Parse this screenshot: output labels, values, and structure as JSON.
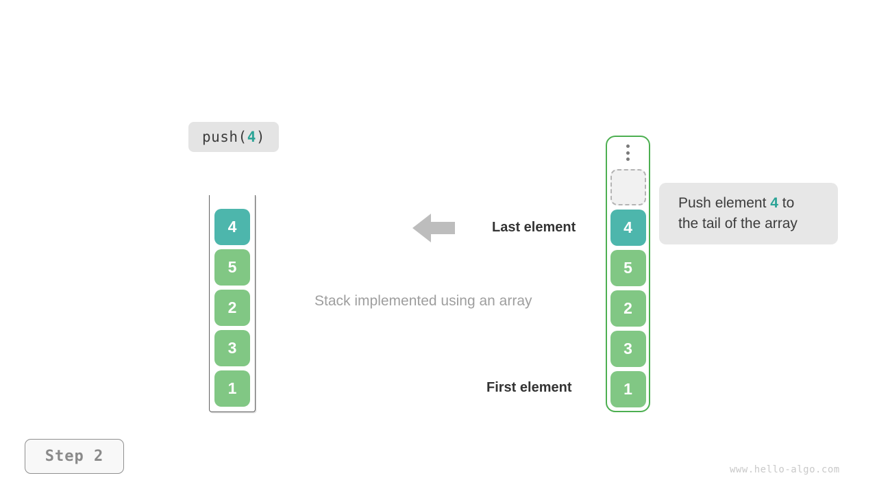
{
  "push_operation": {
    "prefix": "push(",
    "argument": "4",
    "suffix": ")"
  },
  "left_stack": {
    "cells": [
      "4",
      "5",
      "2",
      "3",
      "1"
    ]
  },
  "right_stack": {
    "cells": [
      "4",
      "5",
      "2",
      "3",
      "1"
    ],
    "empty_slot": true,
    "ellipsis_icon": "vertical-ellipsis"
  },
  "annotations": {
    "last_element": "Last element",
    "first_element": "First element",
    "caption": "Stack implemented using an array",
    "arrow_icon": "left-arrow"
  },
  "tooltip": {
    "text_before": "Push element ",
    "highlight": "4",
    "text_after": " to",
    "line2": "the tail of the array"
  },
  "step_badge": {
    "label": "Step 2"
  },
  "watermark": {
    "text": "www.hello-algo.com"
  },
  "colors": {
    "teal_cell": "#4db6ac",
    "green_cell": "#81c784",
    "container_border_green": "#4caf50",
    "highlight_teal": "#2ba396",
    "caption_gray": "#9e9e9e",
    "text_dark": "#3c3c3c",
    "arrow_gray": "#bdbdbd"
  }
}
